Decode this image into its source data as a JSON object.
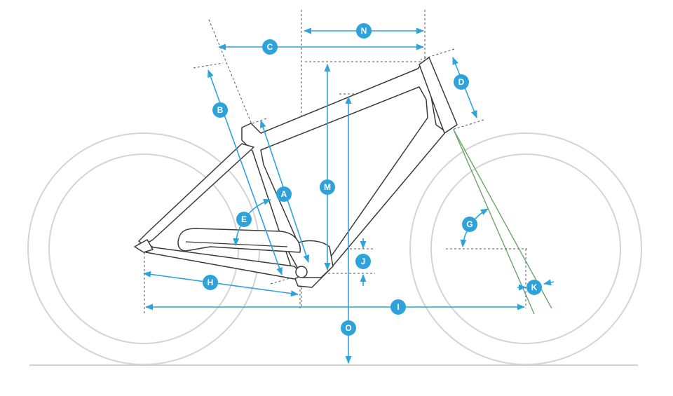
{
  "colors": {
    "accent": "#2ea3db",
    "frame_stroke": "#3a3a3a",
    "wheel_stroke": "#d4d4d4",
    "fork_green": "#6aa56a"
  },
  "labels": {
    "A": "A",
    "B": "B",
    "C": "C",
    "D": "D",
    "E": "E",
    "G": "G",
    "H": "H",
    "I": "I",
    "J": "J",
    "K": "K",
    "M": "M",
    "N": "N",
    "O": "O"
  }
}
